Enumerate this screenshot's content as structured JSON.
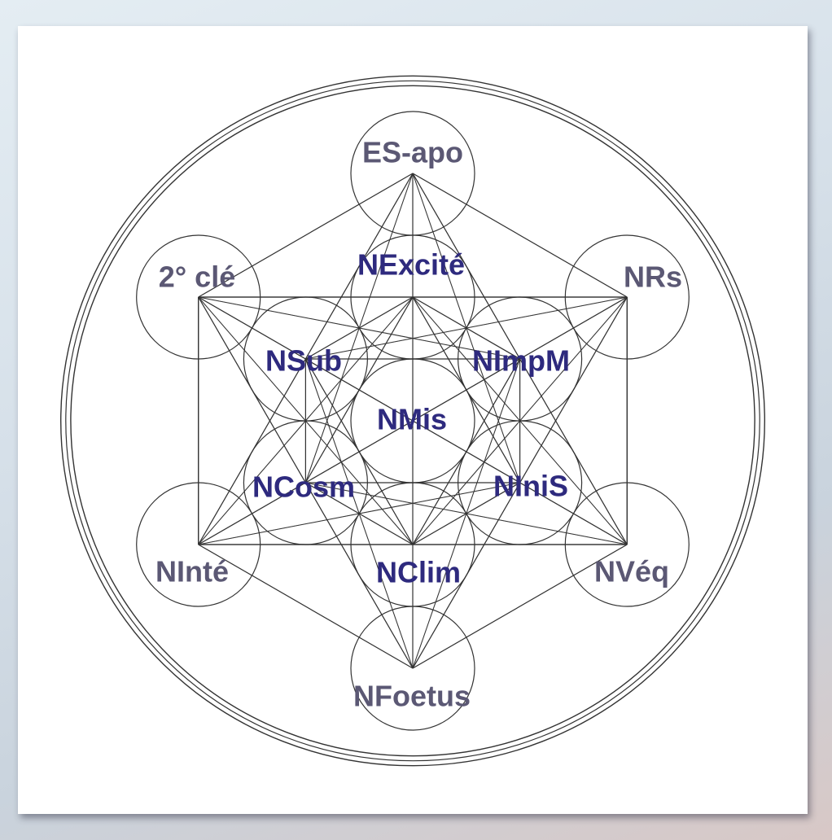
{
  "diagram": {
    "colors": {
      "outer_label": "#5b5874",
      "inner_label": "#2e2a7e",
      "line_dark": "#333333",
      "line_light": "#b5b5b5"
    },
    "labels": {
      "top": "ES-apo",
      "upper_left": "2° clé",
      "upper_right": "NRs",
      "lower_left": "NInté",
      "lower_right": "NVéq",
      "bottom": "NFoetus",
      "inner_top": "NExcité",
      "inner_upper_left": "NSub",
      "inner_upper_right": "NImpM",
      "center": "NMis",
      "inner_lower_left": "NCosm",
      "inner_lower_right": "NIniS",
      "inner_bottom": "NClim"
    }
  }
}
